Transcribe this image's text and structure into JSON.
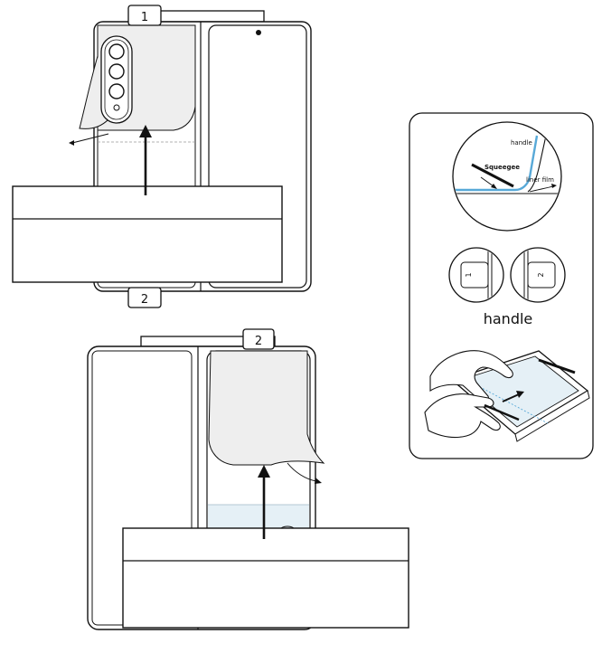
{
  "step1": {
    "tab_number": "1",
    "bottom_tab_number": "2"
  },
  "step2": {
    "tab_number": "2"
  },
  "inset": {
    "handle_small_label": "handle",
    "squeegee_label": "Squeegee",
    "liner_film_label": "liner film",
    "handle_caption": "handle",
    "handle_1_glyph": "1",
    "handle_2_glyph": "2"
  },
  "colors": {
    "ink": "#111111",
    "film_gray": "#eeeeee",
    "film_blue": "#e5f0f6",
    "blue_line": "#58a9d8",
    "tray_fill": "#ffffff"
  }
}
